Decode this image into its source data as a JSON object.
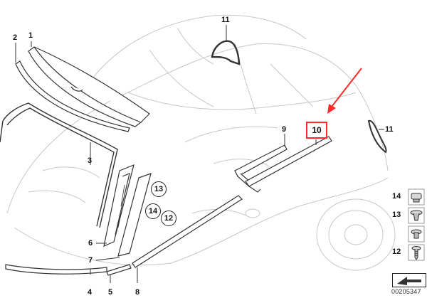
{
  "callouts": {
    "c1": "1",
    "c2": "2",
    "c3": "3",
    "c4": "4",
    "c5": "5",
    "c6": "6",
    "c7": "7",
    "c8": "8",
    "c9": "9",
    "c10": "10",
    "c11_top": "11",
    "c11_right": "11",
    "c12": "12",
    "c13": "13",
    "c14": "14"
  },
  "legend": {
    "row14": "14",
    "row13": "13",
    "row12": "12"
  },
  "reference_number": "00205347",
  "colors": {
    "line": "#333333",
    "sketch": "#c8c8c8",
    "highlight": "#ff2a2a",
    "legend_border": "#9a9a9a"
  }
}
